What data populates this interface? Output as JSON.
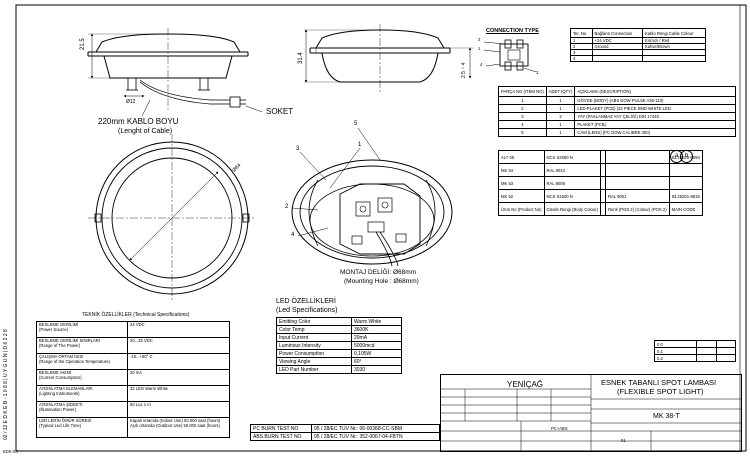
{
  "drawing": {
    "dim_height_1": "21.5",
    "dim_diameter_small": "Ø12",
    "dim_height_2": "31.4",
    "dim_height_3": "2.5 ~ 4",
    "dim_diameter_body": "Ø84",
    "cable_label": "220mm KABLO BOYU",
    "cable_label_en": "(Lenght of Cable)",
    "socket_label": "SOKET",
    "connection_type_title": "CONNECTION TYPE",
    "mounting_label": "MONTAJ DELİĞİ: Ø68mm",
    "mounting_label_en": "(Mounting Hole : Ø68mm)",
    "callouts": [
      "1",
      "2",
      "3",
      "4",
      "5"
    ]
  },
  "wiring_table": {
    "headers": [
      "Ter. No",
      "Bağlantı Connection",
      "Kablo Rengi Cable Colour"
    ],
    "rows": [
      [
        "1",
        "+24 VDC",
        "Kırmızı / Red"
      ],
      [
        "2",
        "Ground",
        "Kahve/Brown"
      ],
      [
        "3",
        "",
        ""
      ],
      [
        "4",
        "",
        ""
      ]
    ]
  },
  "parts_table": {
    "headers": [
      "PARÇA NO (ITEM NO)",
      "ADET (QTY)",
      "AÇIKLAMA (DESCRIPTION)"
    ],
    "rows": [
      [
        "1",
        "1",
        "GÖVDE (BODY) (ABS DOW PULSE A35-110)"
      ],
      [
        "2",
        "1",
        "LED-PLAKET (PCB) (32 PIECE SMD WHITE LED"
      ],
      [
        "3",
        "2",
        "YAY (PASLANMAZ YAY ÇELİĞİ) DIN 17440"
      ],
      [
        "4",
        "1",
        "PLAKET (PCB)"
      ],
      [
        "5",
        "1",
        "CAM (LENS) (PC DOW CALIBRE 300)"
      ]
    ]
  },
  "color_table": {
    "badges": [
      "a",
      "b"
    ],
    "rows": [
      [
        "ALT 05",
        "NCS S2500 N",
        "",
        "",
        "83.25020-6094"
      ],
      [
        "MK 54",
        "RAL 9010",
        "",
        "",
        ""
      ],
      [
        "MK 53",
        "RAL 9006",
        "",
        "",
        ""
      ],
      [
        "MK 52",
        "NCS S2500 N",
        "",
        "RAL 9001",
        "83.25201-6816"
      ],
      [
        "Ürün No (Product No)",
        "Gövde Rengi (Body Colour)",
        "",
        "Renk (POS 2) (Colour) (POS 2)",
        "MAIN CODE"
      ]
    ]
  },
  "led_specs": {
    "title": "LED ÖZELLİKLERİ",
    "title_en": "(Led Specifications)",
    "rows": [
      [
        "Emitting Color",
        "Warm White"
      ],
      [
        "Color Temp",
        "3600K"
      ],
      [
        "Input Current",
        "20mA"
      ],
      [
        "Luminous Intensity",
        "5000mcd"
      ],
      [
        "Power Consumption",
        "0,105W"
      ],
      [
        "Viewing Angle",
        "60°"
      ],
      [
        "LED Part Number",
        "3030"
      ]
    ]
  },
  "tech_specs": {
    "title": "TEKNİK ÖZELLİKLER (Technical Specifications)",
    "rows": [
      [
        "BESLEME GERİLİMİ",
        "(Power Source)",
        "24 VDC",
        ""
      ],
      [
        "BESLEME GERİLİMİ SINIRLARI",
        "(Range of The Power)",
        "20...32 VDC",
        ""
      ],
      [
        "ÇALIŞMA ORTAM ISISI",
        "(Range of the Operation Temperature)",
        "-15...+60° C",
        ""
      ],
      [
        "BESLEME AKIMI",
        "(Current Consumption)",
        "20 mA",
        ""
      ],
      [
        "AYDINLATMA ELEMANLARI",
        "(Lighting Instruments)",
        "32 LED Warm White",
        ""
      ],
      [
        "AYDINLATMA ŞİDDETİ",
        "(Illumination Power)",
        "50 Lux 1 m",
        ""
      ],
      [
        "LED LERİN ÖMÜR SÜRESİ",
        "(Typical Led Life Time)",
        "Kapalı ortamda (Indoor Use) 50.000 saat (hours)",
        "Açık ortamda (Outdoor Use) 50.000 saat (hours)"
      ]
    ]
  },
  "burn_tests": {
    "rows": [
      [
        "PC BURN TEST NO",
        "95 / 28/EC TUV Nr.: 06-00368-CC-SBM"
      ],
      [
        "ABS BURN TEST NO",
        "95 / 28/EC TUV Nr.: 352-0067-04-FBTN"
      ]
    ]
  },
  "title_block": {
    "company": "YENİÇAĞ",
    "title_tr": "ESNEK TABANLI SPOT LAMBASI",
    "title_en": "(FLEXIBLE SPOT LIGHT)",
    "part_code": "MK 38-T",
    "material": "PC+ABS",
    "sheet": "01",
    "revisions": [
      "0.0",
      "0.1",
      "0.2"
    ]
  },
  "side_stamp": {
    "text": "02 / 12  E D K E B - 1 0 8 8   |   U Y G U N   |   D 6 2 2 8"
  },
  "corner_text": "EDK-03"
}
